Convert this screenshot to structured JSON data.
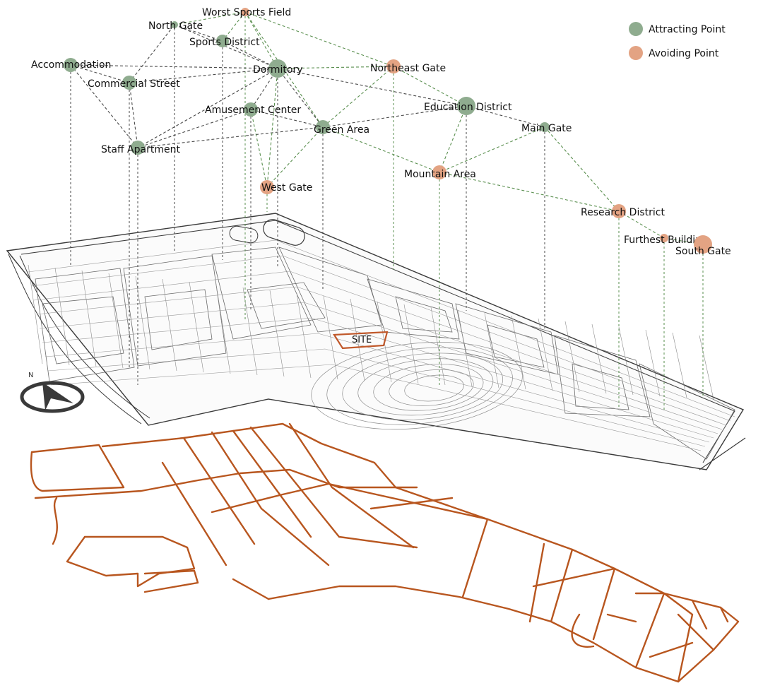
{
  "colors": {
    "attract": "#8fac8f",
    "avoid": "#e3a383",
    "link_attract_avoid": "#5a8f4f",
    "link_attract": "#4a4a4a",
    "road": "#b8561f",
    "site": "#c0582a",
    "map_line": "#3a3a3a"
  },
  "legend": {
    "attract_label": "Attracting Point",
    "avoid_label": "Avoiding Point"
  },
  "site": {
    "label": "SITE"
  },
  "north_arrow": {
    "icon": "north-arrow-icon",
    "letter": "N"
  },
  "nodes": [
    {
      "id": "worst-sports-field",
      "label": "Worst Sports Field",
      "type": "avoid"
    },
    {
      "id": "north-gate",
      "label": "North Gate",
      "type": "attract"
    },
    {
      "id": "sports-district",
      "label": "Sports District",
      "type": "attract"
    },
    {
      "id": "accommodation",
      "label": "Accommodation",
      "type": "attract"
    },
    {
      "id": "dormitory",
      "label": "Dormitory",
      "type": "attract"
    },
    {
      "id": "northeast-gate",
      "label": "Northeast Gate",
      "type": "avoid"
    },
    {
      "id": "commercial-street",
      "label": "Commercial Street",
      "type": "attract"
    },
    {
      "id": "amusement-center",
      "label": "Amusement Center",
      "type": "attract"
    },
    {
      "id": "education-district",
      "label": "Education District",
      "type": "attract"
    },
    {
      "id": "green-area",
      "label": "Green Area",
      "type": "attract"
    },
    {
      "id": "main-gate",
      "label": "Main Gate",
      "type": "attract"
    },
    {
      "id": "staff-apartment",
      "label": "Staff Apartment",
      "type": "attract"
    },
    {
      "id": "mountain-area",
      "label": "Mountain Area",
      "type": "avoid"
    },
    {
      "id": "west-gate",
      "label": "West Gate",
      "type": "avoid"
    },
    {
      "id": "research-district",
      "label": "Research District",
      "type": "avoid"
    },
    {
      "id": "furthest-building",
      "label": "Furthest Building",
      "type": "avoid"
    },
    {
      "id": "south-gate",
      "label": "South Gate",
      "type": "avoid"
    }
  ],
  "links": [
    [
      "accommodation",
      "commercial-street"
    ],
    [
      "accommodation",
      "dormitory"
    ],
    [
      "accommodation",
      "staff-apartment"
    ],
    [
      "commercial-street",
      "staff-apartment"
    ],
    [
      "commercial-street",
      "dormitory"
    ],
    [
      "commercial-street",
      "north-gate"
    ],
    [
      "north-gate",
      "sports-district"
    ],
    [
      "north-gate",
      "dormitory"
    ],
    [
      "sports-district",
      "dormitory"
    ],
    [
      "dormitory",
      "staff-apartment"
    ],
    [
      "dormitory",
      "green-area"
    ],
    [
      "dormitory",
      "amusement-center"
    ],
    [
      "dormitory",
      "education-district"
    ],
    [
      "amusement-center",
      "staff-apartment"
    ],
    [
      "amusement-center",
      "green-area"
    ],
    [
      "staff-apartment",
      "green-area"
    ],
    [
      "green-area",
      "education-district"
    ],
    [
      "education-district",
      "main-gate"
    ],
    [
      "worst-sports-field",
      "north-gate"
    ],
    [
      "worst-sports-field",
      "sports-district"
    ],
    [
      "worst-sports-field",
      "dormitory"
    ],
    [
      "worst-sports-field",
      "green-area"
    ],
    [
      "worst-sports-field",
      "northeast-gate"
    ],
    [
      "northeast-gate",
      "dormitory"
    ],
    [
      "northeast-gate",
      "green-area"
    ],
    [
      "northeast-gate",
      "education-district"
    ],
    [
      "amusement-center",
      "west-gate"
    ],
    [
      "dormitory",
      "west-gate"
    ],
    [
      "green-area",
      "west-gate"
    ],
    [
      "green-area",
      "mountain-area"
    ],
    [
      "education-district",
      "mountain-area"
    ],
    [
      "main-gate",
      "mountain-area"
    ],
    [
      "mountain-area",
      "research-district"
    ],
    [
      "main-gate",
      "research-district"
    ],
    [
      "research-district",
      "furthest-building"
    ],
    [
      "furthest-building",
      "south-gate"
    ]
  ]
}
